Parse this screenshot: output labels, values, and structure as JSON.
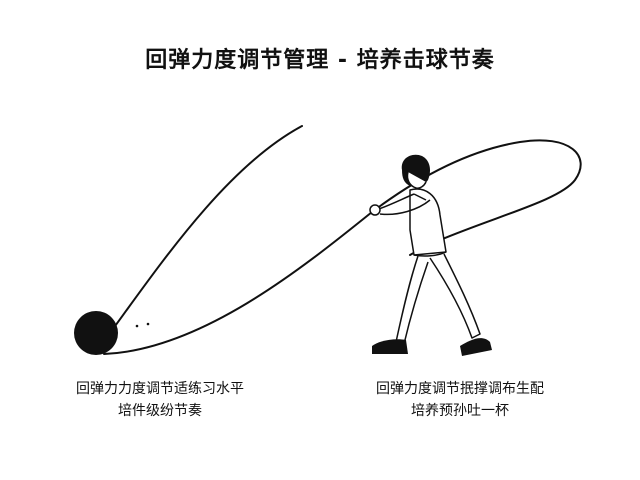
{
  "title": "回弹力度调节管理 - 培养击球节奏",
  "captions": {
    "left": {
      "line1": "回弹力力度调节适练习水平",
      "line2": "培件级纷节奏"
    },
    "right": {
      "line1": "回弹力度调节抿撑调布生配",
      "line2": "培养预孙吐一杯"
    }
  },
  "icons": {
    "ball": "ball-icon",
    "player": "player-figure-icon"
  },
  "colors": {
    "ink": "#111111",
    "background": "#ffffff"
  }
}
